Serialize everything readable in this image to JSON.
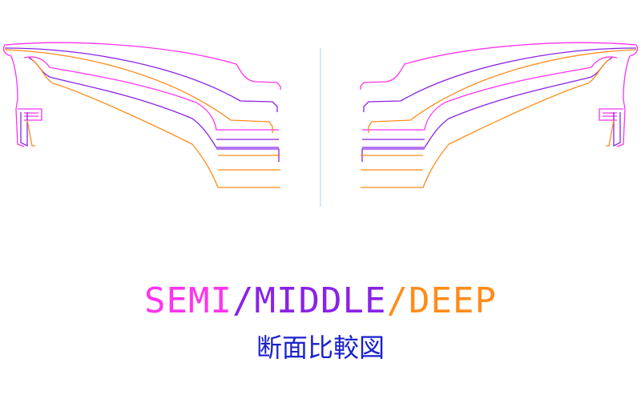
{
  "colors": {
    "semi": "#ff33ee",
    "middle": "#8a22e6",
    "deep": "#ff8c1a",
    "subtitle": "#1a22cc",
    "centerline": "#9fd8f0"
  },
  "title": {
    "semi": "SEMI",
    "sep1": "/",
    "middle": "MIDDLE",
    "sep2": "/",
    "deep": "DEEP"
  },
  "subtitle": "断面比較図"
}
